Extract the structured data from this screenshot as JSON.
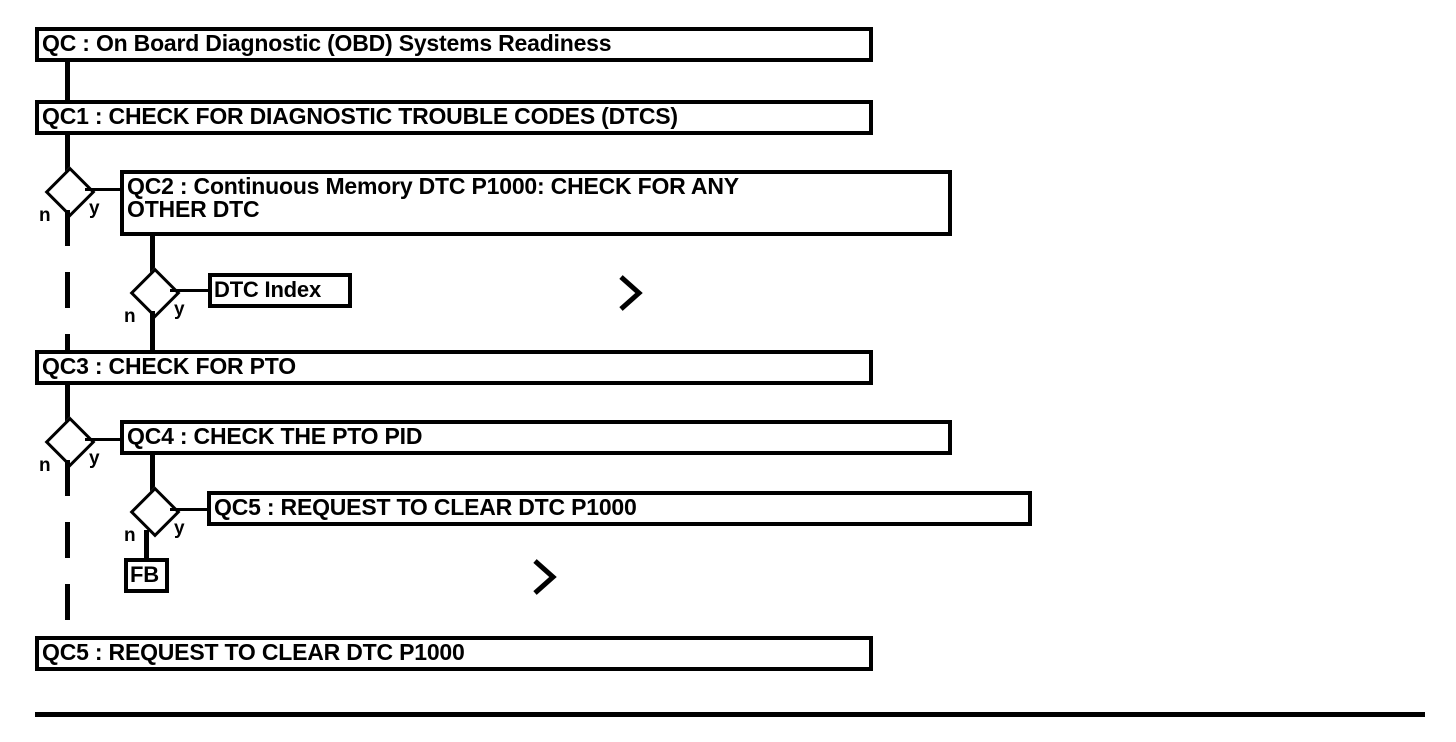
{
  "diagram": {
    "type": "flowchart",
    "title": "QC : On Board Diagnostic (OBD) Systems Readiness",
    "nodes": [
      {
        "id": "QC",
        "label": "QC : On Board Diagnostic (OBD) Systems Readiness"
      },
      {
        "id": "QC1",
        "label": "QC1 : CHECK FOR DIAGNOSTIC TROUBLE CODES (DTCS)"
      },
      {
        "id": "QC2",
        "label": "QC2 : Continuous Memory DTC P1000: CHECK FOR ANY\nOTHER DTC"
      },
      {
        "id": "DTCINDEX",
        "label": "DTC Index"
      },
      {
        "id": "QC3",
        "label": "QC3 : CHECK FOR PTO"
      },
      {
        "id": "QC4",
        "label": "QC4 : CHECK THE PTO PID"
      },
      {
        "id": "QC5a",
        "label": "QC5 : REQUEST TO CLEAR DTC P1000"
      },
      {
        "id": "FB",
        "label": "FB"
      },
      {
        "id": "QC5b",
        "label": "QC5 : REQUEST TO CLEAR DTC P1000"
      }
    ],
    "branches": [
      {
        "id": "d1",
        "no": "n",
        "yes": "y"
      },
      {
        "id": "d2",
        "no": "n",
        "yes": "y"
      },
      {
        "id": "d3",
        "no": "n",
        "yes": "y"
      },
      {
        "id": "d4",
        "no": "n",
        "yes": "y"
      }
    ],
    "markers": [
      {
        "id": "m1",
        "glyph": ">"
      },
      {
        "id": "m2",
        "glyph": ">"
      }
    ],
    "colors": {
      "stroke": "#000000",
      "fill": "#ffffff",
      "text": "#000000"
    }
  }
}
